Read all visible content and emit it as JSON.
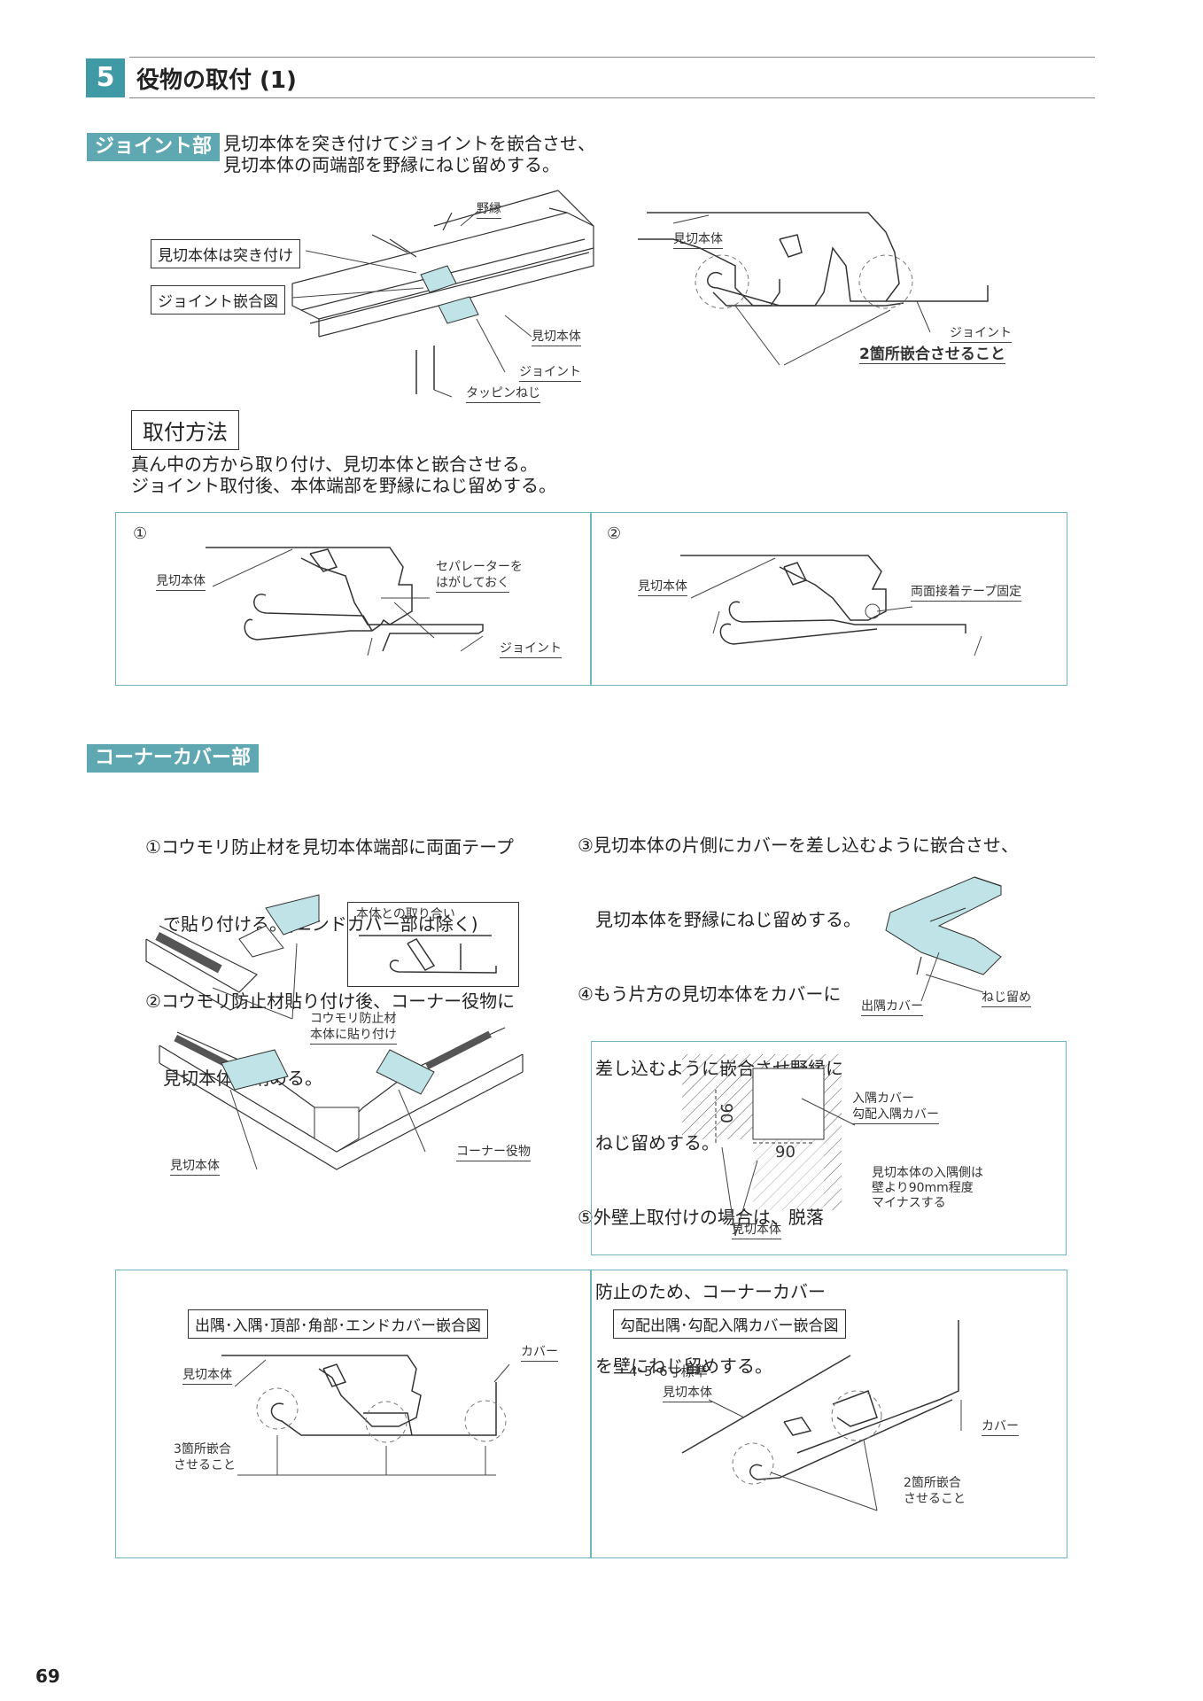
{
  "section": {
    "number": "5",
    "title": "役物の取付 (1)"
  },
  "joint": {
    "tag": "ジョイント部",
    "desc_line1": "見切本体を突き付けてジョイントを嵌合させ、",
    "desc_line2": "見切本体の両端部を野縁にねじ留めする。",
    "fig_left": {
      "noburi": "野縁",
      "butt": "見切本体は突き付け",
      "joint_fig": "ジョイント嵌合図",
      "body": "見切本体",
      "joint": "ジョイント",
      "screw": "タッピンねじ"
    },
    "fig_right": {
      "body": "見切本体",
      "joint": "ジョイント",
      "note": "2箇所嵌合させること"
    }
  },
  "method": {
    "title": "取付方法",
    "line1": "真ん中の方から取り付け、見切本体と嵌合させる。",
    "line2": "ジョイント取付後、本体端部を野縁にねじ留めする。",
    "step1": {
      "num": "①",
      "body": "見切本体",
      "separator_l1": "セパレーターを",
      "separator_l2": "はがしておく",
      "joint": "ジョイント"
    },
    "step2": {
      "num": "②",
      "body": "見切本体",
      "tape": "両面接着テープ固定"
    }
  },
  "corner": {
    "tag": "コーナーカバー部",
    "left_lines": [
      "①コウモリ防止材を見切本体端部に両面テープ",
      "　で貼り付ける。(エンドカバー部は除く)",
      "②コウモリ防止材貼り付け後、コーナー役物に",
      "　見切本体を納める。"
    ],
    "right_lines": [
      "③見切本体の片側にカバーを差し込むように嵌合させ、",
      "　見切本体を野縁にねじ留めする。",
      "④もう片方の見切本体をカバーに",
      "　差し込むように嵌合させ野縁に",
      "　ねじ留めする。",
      "⑤外壁上取付けの場合は、脱落",
      "　防止のため、コーナーカバー",
      "　を壁にねじ留めする。"
    ],
    "fig_iso": {
      "fit": "本体との取り合い",
      "bat_l1": "コウモリ防止材",
      "bat_l2": "本体に貼り付け",
      "body": "見切本体",
      "corner": "コーナー役物"
    },
    "fig_cover": {
      "outer": "出隅カバー",
      "screw": "ねじ留め"
    },
    "fig_plan": {
      "inner_l1": "入隅カバー",
      "inner_l2": "勾配入隅カバー",
      "note_l1": "見切本体の入隅側は",
      "note_l2": "壁より90mm程度",
      "note_l3": "マイナスする",
      "body": "見切本体",
      "dim": "90"
    },
    "box_left": {
      "title": "出隅･入隅･頂部･角部･エンドカバー嵌合図",
      "body": "見切本体",
      "cover": "カバー",
      "note_l1": "3箇所嵌合",
      "note_l2": "させること"
    },
    "box_right": {
      "title": "勾配出隅･勾配入隅カバー嵌合図",
      "standard": "4･5･6寸標準",
      "body": "見切本体",
      "cover": "カバー",
      "note_l1": "2箇所嵌合",
      "note_l2": "させること"
    }
  },
  "page_number": "69",
  "colors": {
    "accent": "#3f9aa6",
    "tag": "#5fa7b1",
    "box_border": "#6fb7c0",
    "fill": "#bfe3e6"
  }
}
